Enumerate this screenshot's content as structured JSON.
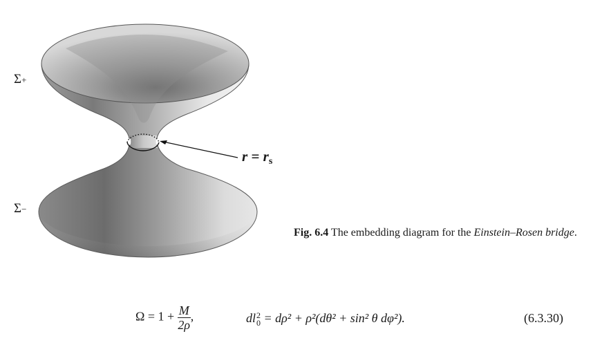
{
  "figure": {
    "sigma_plus": "Σ",
    "sigma_plus_sub": "+",
    "sigma_minus": "Σ",
    "sigma_minus_sub": "−",
    "throat_label": "r = r",
    "throat_label_sub": "s",
    "surface_colors": {
      "light": "#f0f0f0",
      "mid": "#a8a8a8",
      "dark": "#6e6e6e",
      "rim": "#555555"
    }
  },
  "caption": {
    "fig_number": "Fig. 6.4",
    "text_plain": " The embedding diagram for the ",
    "text_italic": "Einstein–Rosen bridge",
    "text_end": "."
  },
  "equation": {
    "omega_lhs": "Ω = 1 +",
    "omega_num": "M",
    "omega_den": "2ρ",
    "separator": ",",
    "dl_symbol": "dl",
    "dl_sup": "2",
    "dl_sub": "0",
    "rhs": "= dρ² + ρ²(dθ² + sin² θ dφ²).",
    "number": "(6.3.30)"
  }
}
